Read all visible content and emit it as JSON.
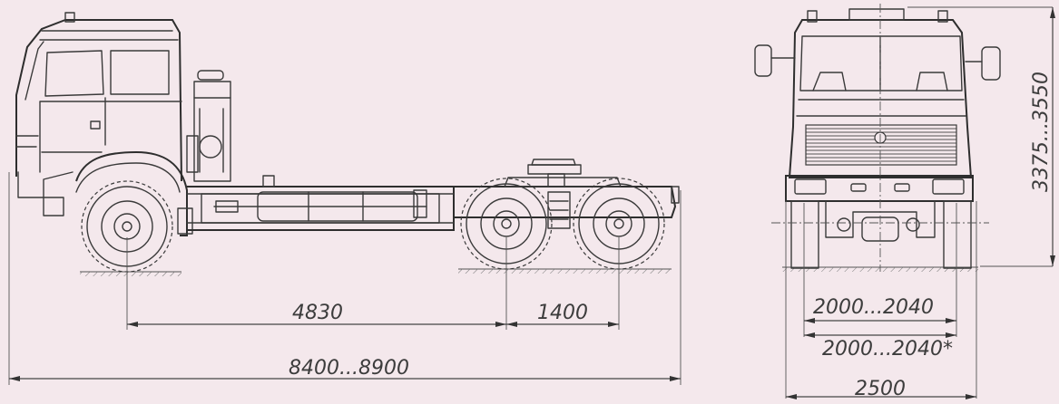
{
  "dimensions": {
    "wheelbase_front": "4830",
    "wheelbase_rear": "1400",
    "overall_length": "8400...8900",
    "track_front": "2000...2040",
    "track_rear": "2000...2040*",
    "overall_width": "2500",
    "overall_height": "3375...3550"
  },
  "colors": {
    "background": "#f4e8ec",
    "line": "#3a3a3a"
  }
}
